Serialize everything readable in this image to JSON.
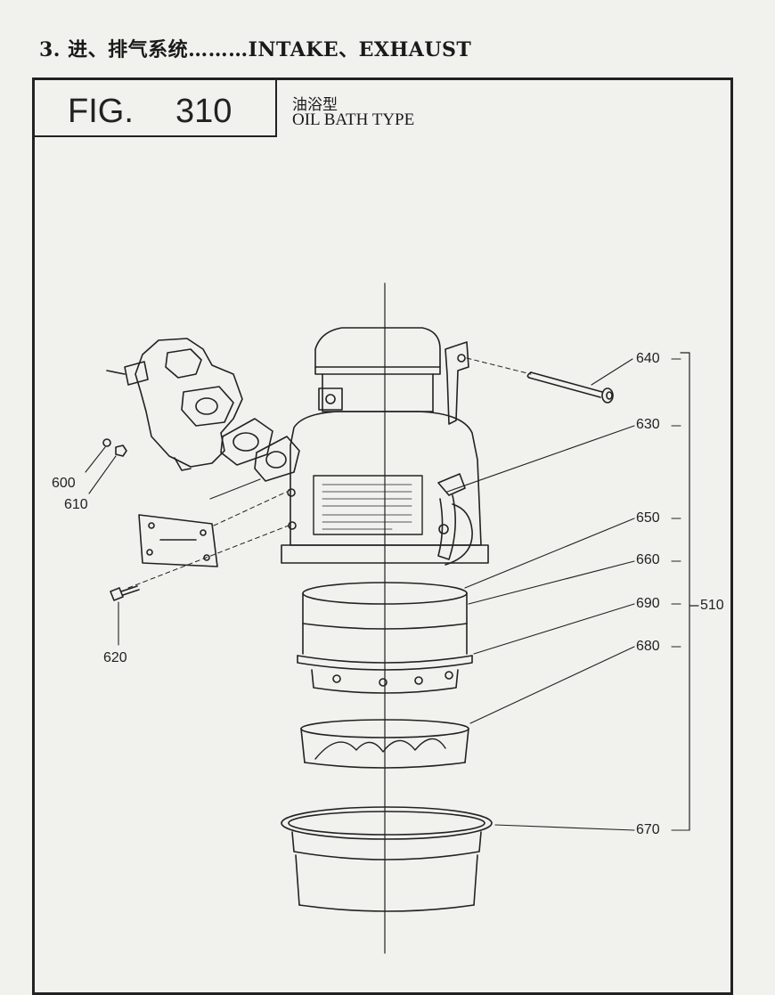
{
  "section": {
    "title": "3. 进、排气系统………INTAKE、EXHAUST"
  },
  "figure": {
    "label": "FIG.",
    "number": "310",
    "type_cn": "油浴型",
    "type_en": "OIL BATH TYPE"
  },
  "callouts": {
    "p600": "600",
    "p610": "610",
    "p620": "620",
    "p630": "630",
    "p640": "640",
    "p650": "650",
    "p660": "660",
    "p670": "670",
    "p680": "680",
    "p690": "690",
    "p510": "510"
  }
}
